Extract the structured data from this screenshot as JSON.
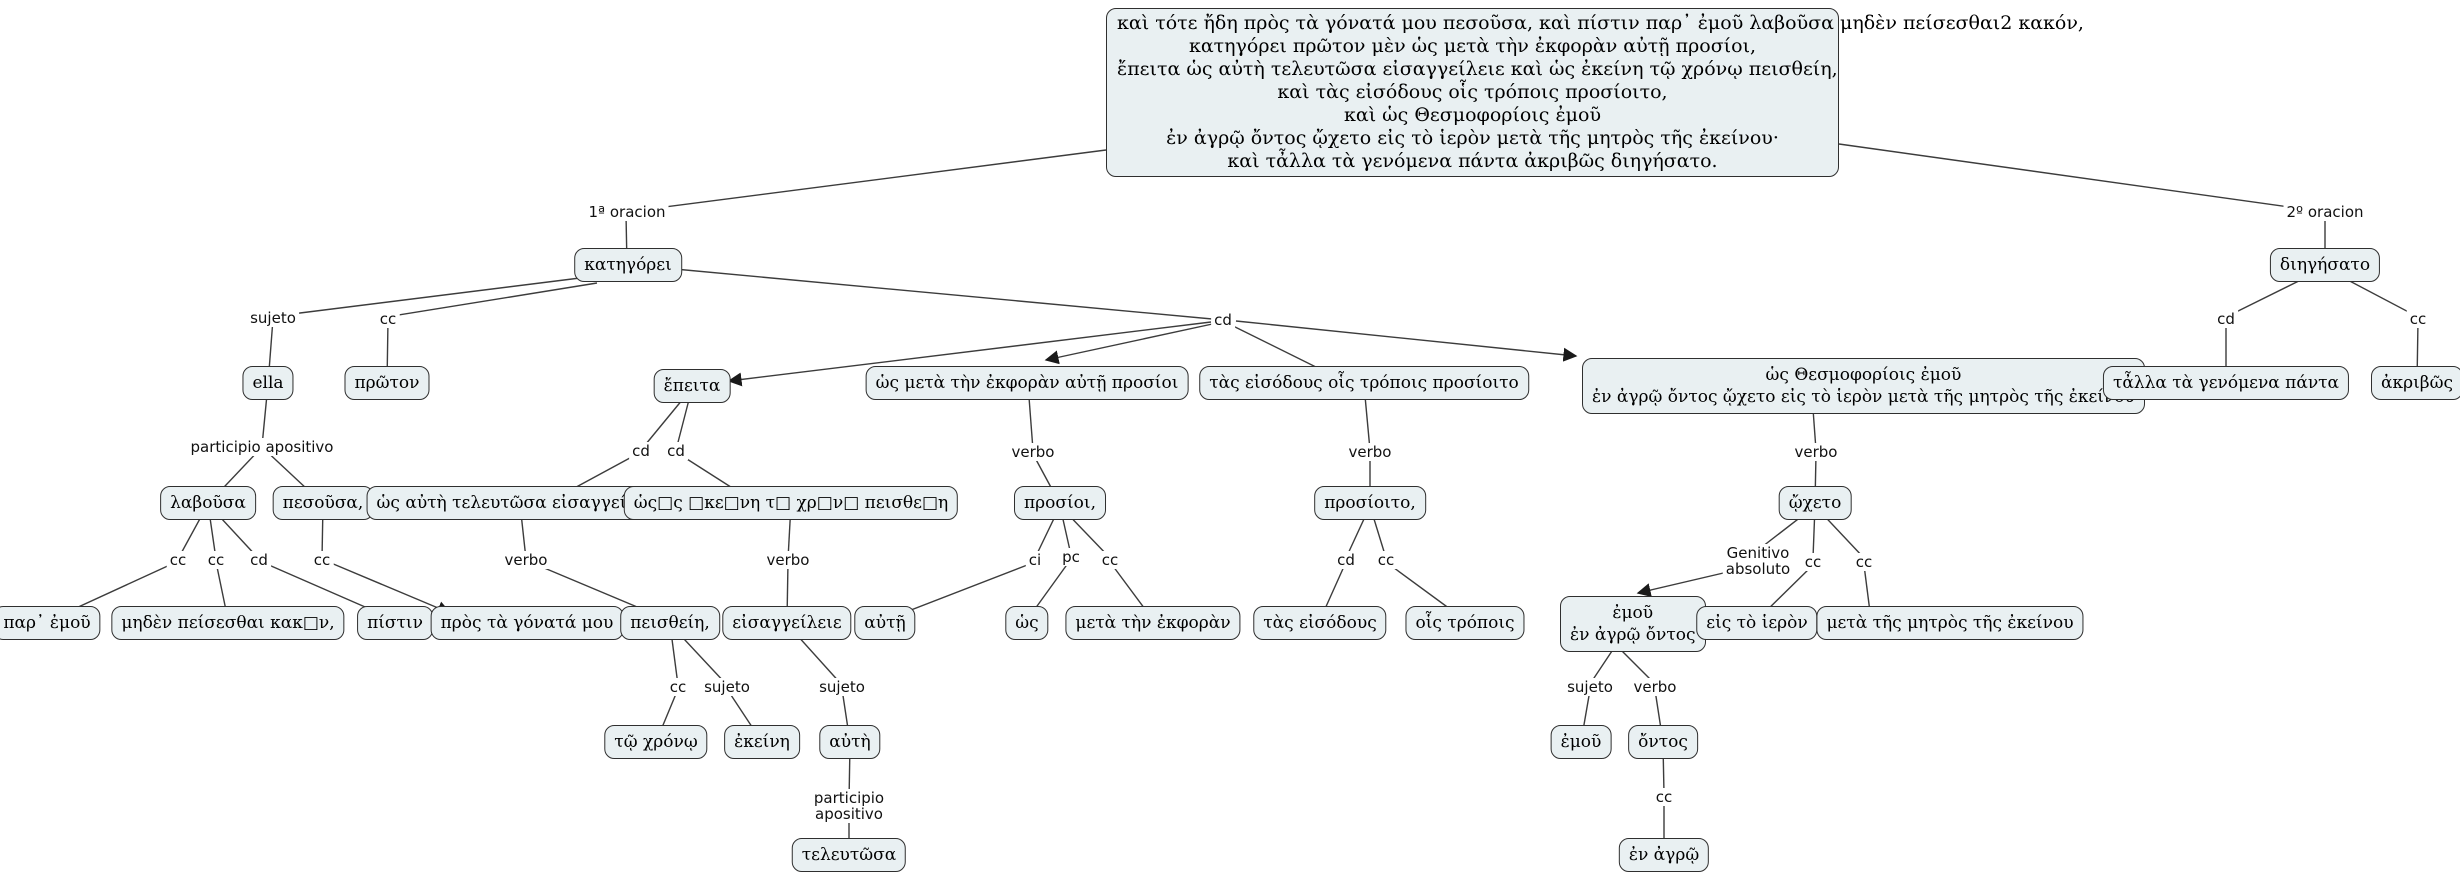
{
  "colors": {
    "background": "#ffffff",
    "node_fill": "#e9f0f2",
    "node_border": "#2f2f2f",
    "line": "#3c3c3c",
    "text": "#000000"
  },
  "root": {
    "text": "καὶ τότε ἤδη πρὸς τὰ γόνατά μου πεσοῦσα, καὶ πίστιν παρ᾽ ἐμοῦ λαβοῦσα μηδὲν πείσεσθαι2 κακόν,\nκατηγόρει πρῶτον μὲν ὡς μετὰ τὴν ἐκφορὰν αὐτῇ προσίοι,\nἔπειτα ὡς αὐτὴ τελευτῶσα εἰσαγγείλειε καὶ ὡς ἐκείνη τῷ χρόνῳ πεισθείη,\nκαὶ τὰς εἰσόδους οἷς τρόποις προσίοιτο,\nκαὶ ὡς Θεσμοφορίοις ἐμοῦ\nἐν ἀγρῷ ὄντος ᾤχετο εἰς τὸ ἱερὸν μετὰ τῆς μητρὸς τῆς ἐκείνου·\nκαὶ τἆλλα τὰ γενόμενα πάντα ἀκριβῶς διηγήσατο."
  },
  "nodes": {
    "kategorei": {
      "text": "κατηγόρει"
    },
    "ella": {
      "text": "ella"
    },
    "proton": {
      "text": "πρῶτον"
    },
    "labousa": {
      "text": "λαβοῦσα"
    },
    "pesousa": {
      "text": "πεσοῦσα,"
    },
    "par-emou": {
      "text": "παρ᾽ ἐμοῦ"
    },
    "meden-peisesthai": {
      "text": "μηδὲν πείσεσθαι κακ□ν,"
    },
    "pistin": {
      "text": "πίστιν"
    },
    "pros-ta-gonata": {
      "text": "πρὸς τὰ γόνατά μου"
    },
    "epeita": {
      "text": "ἔπειτα"
    },
    "hos-aute-clause": {
      "text": "ὡς αὐτὴ τελευτῶσα εἰσαγγείλειε"
    },
    "hos-ekeine-clause": {
      "text": "ὡς□ς □κε□νη τ□ χρ□ν□ πεισθε□η"
    },
    "peistheie": {
      "text": "πεισθείη,"
    },
    "eisangeileie": {
      "text": "εἰσαγγείλειε"
    },
    "to-chrono": {
      "text": "τῷ χρόνῳ"
    },
    "ekeine": {
      "text": "ἐκείνη"
    },
    "aute": {
      "text": "αὐτὴ"
    },
    "teleutosa": {
      "text": "τελευτῶσα"
    },
    "hos-meta-clause": {
      "text": "ὡς μετὰ τὴν ἐκφορὰν αὐτῇ προσίοι"
    },
    "prosioi": {
      "text": "προσίοι,"
    },
    "aute-dat": {
      "text": "αὐτῇ"
    },
    "hos": {
      "text": "ὡς"
    },
    "meta-ten-ekphoran": {
      "text": "μετὰ τὴν ἐκφορὰν"
    },
    "tas-eisodous-clause": {
      "text": "τὰς εἰσόδους οἷς τρόποις προσίοιτο"
    },
    "prosioito": {
      "text": "προσίοιτο,"
    },
    "tas-eisodous": {
      "text": "τὰς εἰσόδους"
    },
    "hois-tropois": {
      "text": "οἷς τρόποις"
    },
    "thesmophoria-clause": {
      "text": "ὡς Θεσμοφορίοις ἐμοῦ\nἐν ἀγρῷ ὄντος ᾤχετο εἰς τὸ ἱερὸν μετὰ τῆς μητρὸς τῆς ἐκείνου"
    },
    "ocheto": {
      "text": "ᾤχετο"
    },
    "emou-clause": {
      "text": "ἐμοῦ\nἐν ἀγρῷ ὄντος"
    },
    "eis-to-hieron": {
      "text": "εἰς τὸ ἱερὸν"
    },
    "meta-tes-metros": {
      "text": "μετὰ τῆς μητρὸς τῆς ἐκείνου"
    },
    "emou": {
      "text": "ἐμοῦ"
    },
    "ontos": {
      "text": "ὄντος"
    },
    "en-agro": {
      "text": "ἐν ἀγρῷ"
    },
    "diegesato": {
      "text": "διηγήσατο"
    },
    "talla": {
      "text": "τἆλλα τὰ γενόμενα πάντα"
    },
    "akribos": {
      "text": "ἀκριβῶς"
    }
  },
  "labels": {
    "oracion1": {
      "text": "1ª oracion"
    },
    "oracion2": {
      "text": "2º oracion"
    },
    "sujeto1": {
      "text": "sujeto"
    },
    "cc1": {
      "text": "cc"
    },
    "part-apos1": {
      "text": "participio apositivo"
    },
    "cc2": {
      "text": "cc"
    },
    "cc3": {
      "text": "cc"
    },
    "cd1": {
      "text": "cd"
    },
    "cc4": {
      "text": "cc"
    },
    "cd2": {
      "text": "cd"
    },
    "cd3": {
      "text": "cd"
    },
    "verbo1": {
      "text": "verbo"
    },
    "verbo2": {
      "text": "verbo"
    },
    "cc5": {
      "text": "cc"
    },
    "sujeto2": {
      "text": "sujeto"
    },
    "sujeto3": {
      "text": "sujeto"
    },
    "part-apos2": {
      "text": "participio\napositivo"
    },
    "cd-hub": {
      "text": "cd"
    },
    "verbo3": {
      "text": "verbo"
    },
    "ci": {
      "text": "ci"
    },
    "pc": {
      "text": "pc"
    },
    "cc6": {
      "text": "cc"
    },
    "verbo4": {
      "text": "verbo"
    },
    "cd4": {
      "text": "cd"
    },
    "cc7": {
      "text": "cc"
    },
    "verbo5": {
      "text": "verbo"
    },
    "gen-abs": {
      "text": "Genitivo\nabsoluto"
    },
    "cc8": {
      "text": "cc"
    },
    "cc9": {
      "text": "cc"
    },
    "sujeto4": {
      "text": "sujeto"
    },
    "verbo6": {
      "text": "verbo"
    },
    "cc10": {
      "text": "cc"
    },
    "cd5": {
      "text": "cd"
    },
    "cc11": {
      "text": "cc"
    }
  }
}
